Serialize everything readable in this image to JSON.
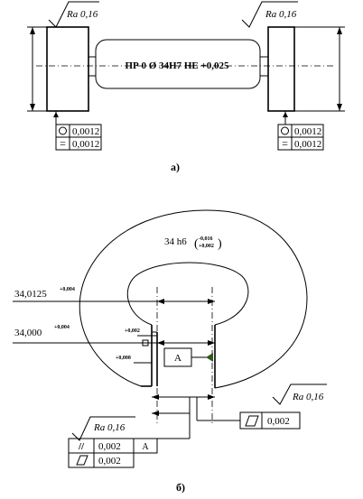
{
  "figure_a": {
    "roughness_left": "Ra 0,16",
    "roughness_right": "Ra 0,16",
    "shaft_text": "ПР 0     Ø 34Н7     НЕ +0,025",
    "tol_left": [
      {
        "symbol": "circle-icon",
        "value": "0,0012"
      },
      {
        "symbol": "equal-icon",
        "value": "0,0012"
      }
    ],
    "tol_right": [
      {
        "symbol": "circle-icon",
        "value": "0,0012"
      },
      {
        "symbol": "equal-icon",
        "value": "0,0012"
      }
    ],
    "caption": "а)"
  },
  "figure_b": {
    "outer_dim": "34 h6",
    "outer_dim_upper": "-0,016",
    "outer_dim_lower": "+0,002",
    "dim1": "34,0125",
    "dim1_tol": "+0,004",
    "dim2": "34,000",
    "dim2_tol": "+0,004",
    "small_dim1": "+0,002",
    "small_dim2": "+0,008",
    "datum": "А",
    "roughness_right": "Ra 0,16",
    "roughness_left": "Ra 0,16",
    "flat_right": {
      "symbol": "parallelogram-icon",
      "value": "0,002"
    },
    "tol_rows": [
      {
        "symbol": "//",
        "value": "0,002",
        "datum": "А"
      },
      {
        "symbol": "parallelogram-icon",
        "value": "0,002"
      }
    ],
    "caption": "б)"
  }
}
